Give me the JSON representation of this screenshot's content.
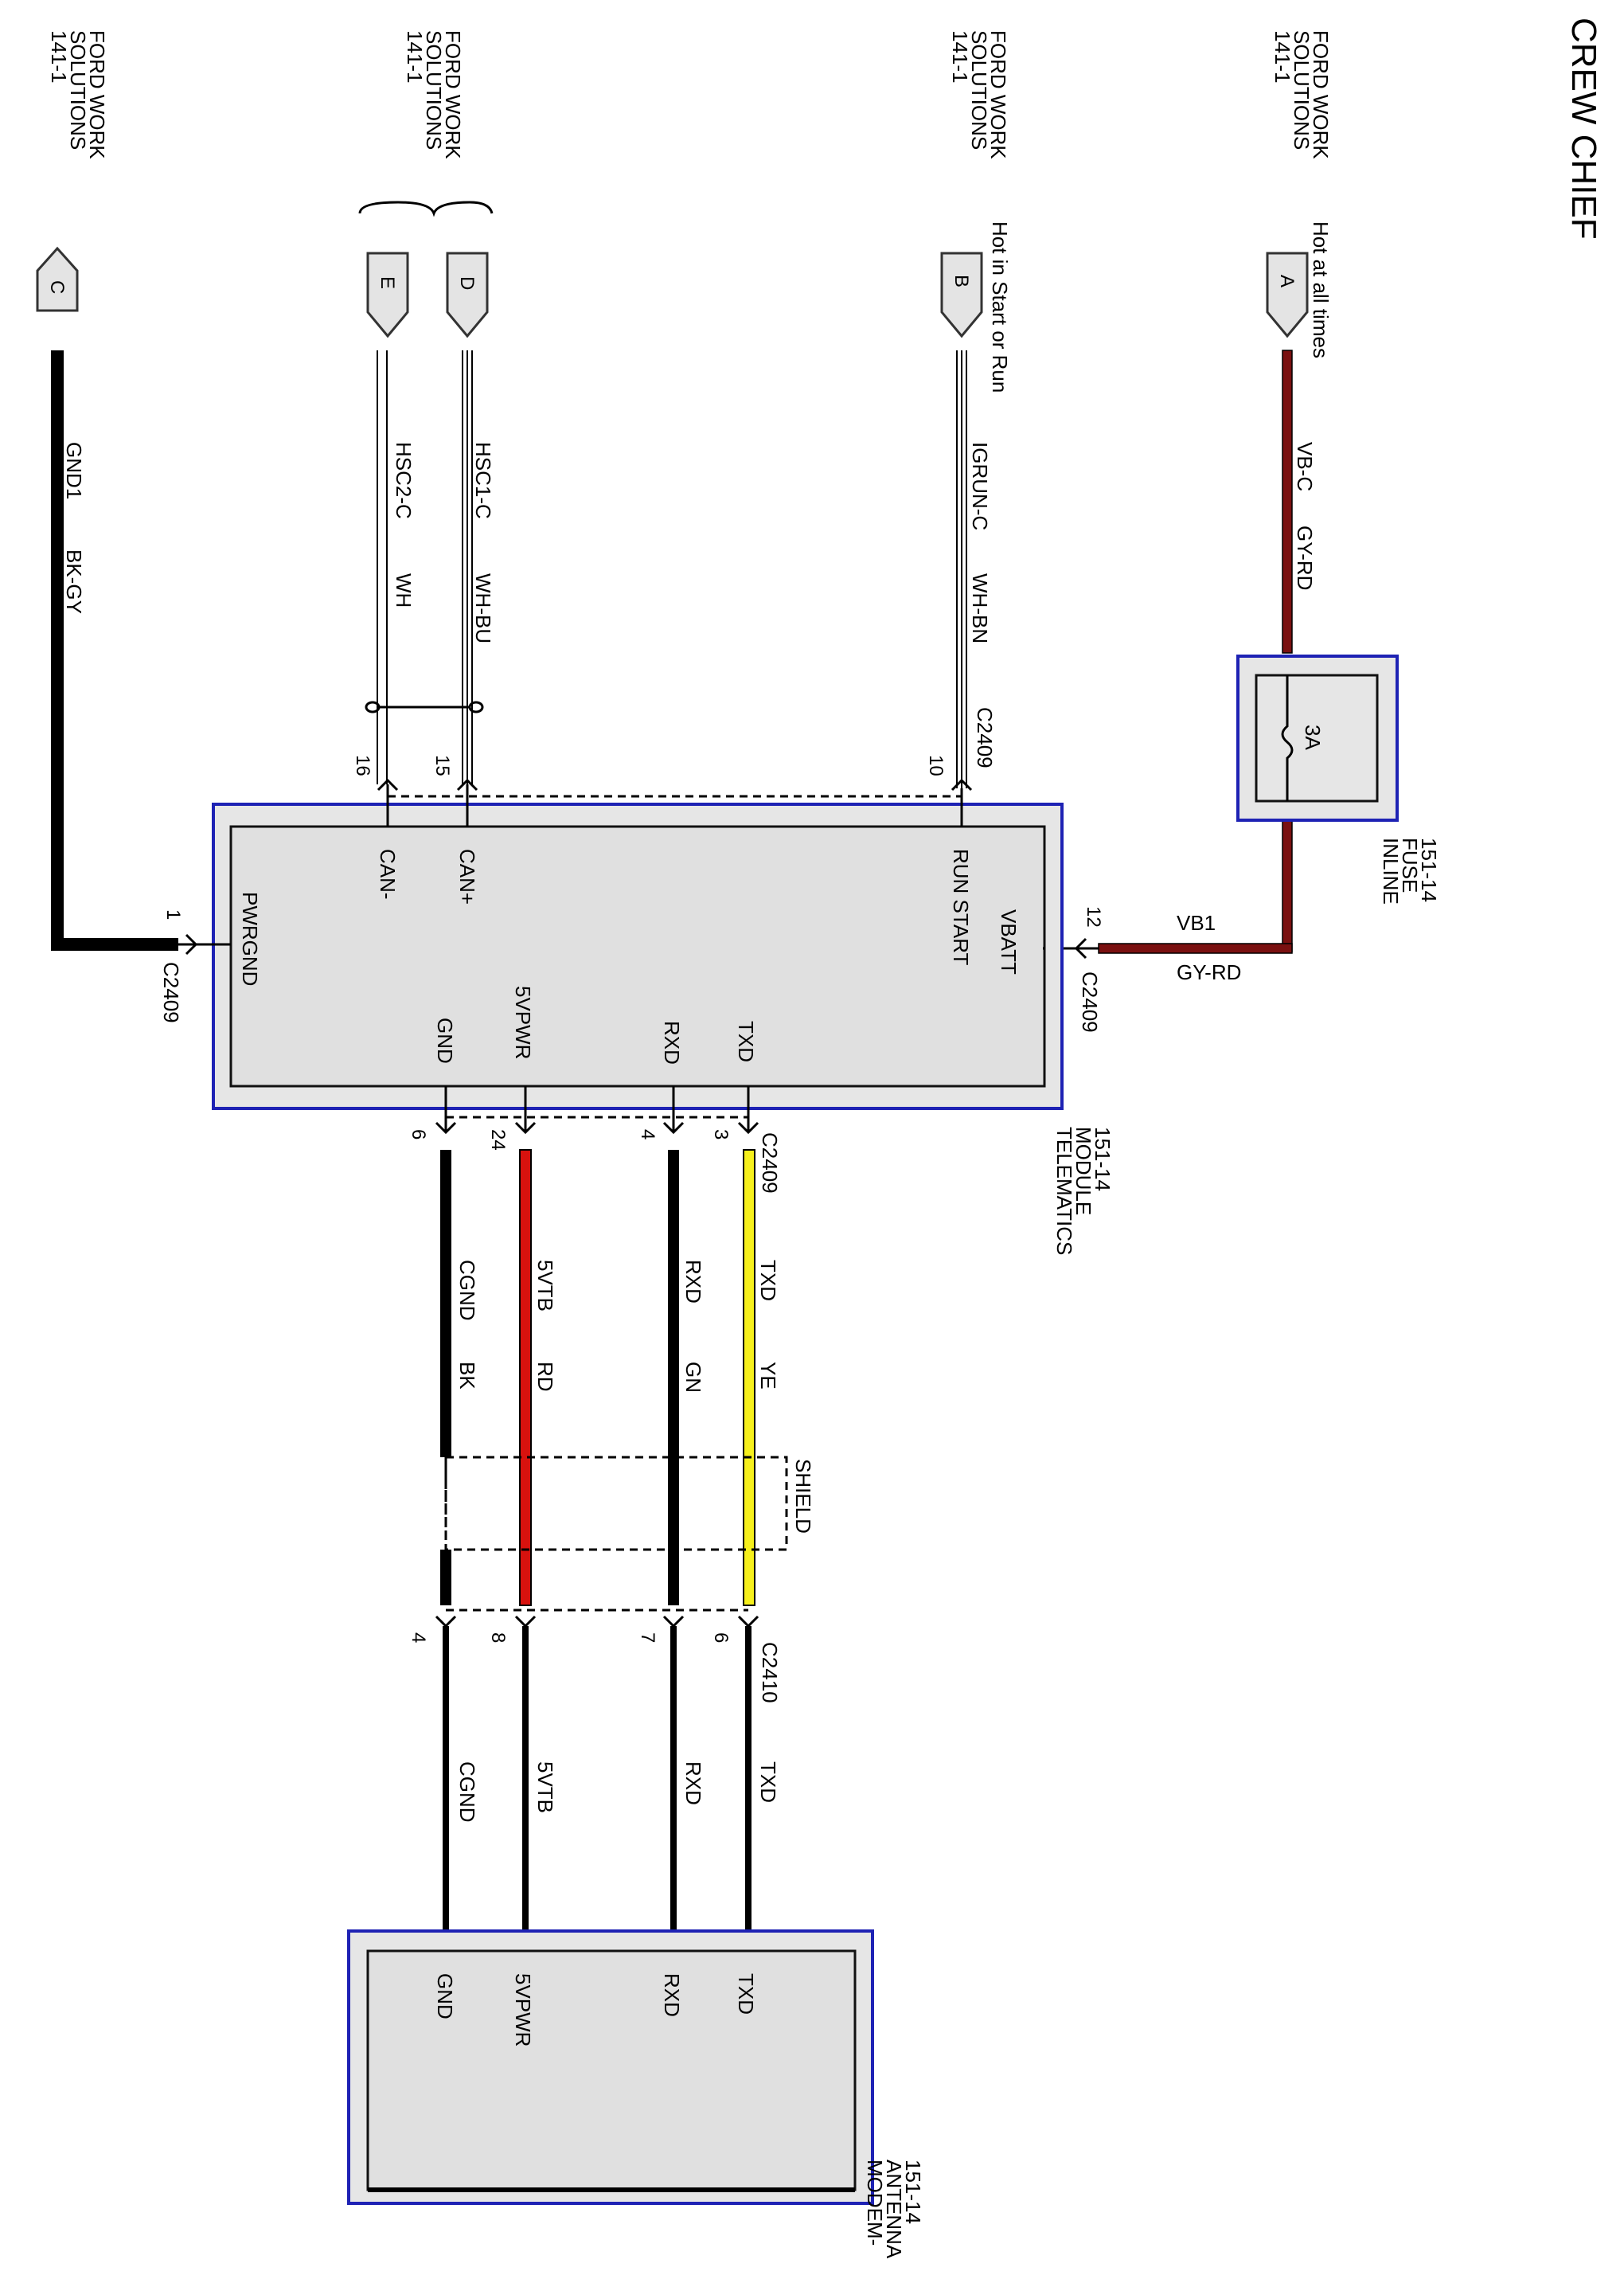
{
  "title": "CREW CHIEF",
  "sources": {
    "A": [
      "FORD WORK",
      "SOLUTIONS",
      "141-1"
    ],
    "B": [
      "FORD WORK",
      "SOLUTIONS",
      "141-1"
    ],
    "DE": [
      "FORD WORK",
      "SOLUTIONS",
      "141-1"
    ],
    "C": [
      "FORD WORK",
      "SOLUTIONS",
      "141-1"
    ]
  },
  "connectors": {
    "A": "A",
    "B": "B",
    "C": "C",
    "D": "D",
    "E": "E"
  },
  "notes": {
    "hot_at_all_times": "Hot at all times",
    "hot_in_start_run": "Hot in Start or Run"
  },
  "wires": {
    "vbc_name": "VB-C",
    "vbc_color": "GY-RD",
    "igrun_name": "IGRUN-C",
    "igrun_color": "WH-BN",
    "hsc1_name": "HSC1-C",
    "hsc1_color": "WH-BU",
    "hsc2_name": "HSC2-C",
    "hsc2_color": "WH",
    "gnd1_name": "GND1",
    "gnd1_color": "BK-GY",
    "vb1_name": "VB1",
    "vb1_color": "GY-RD",
    "txd_name": "TXD",
    "txd_color": "YE",
    "rxd_name": "RXD",
    "rxd_color": "GN",
    "vtb_name": "5VTB",
    "vtb_color": "RD",
    "cgnd_name": "CGND",
    "cgnd_color": "BK",
    "txd2": "TXD",
    "rxd2": "RXD",
    "vtb2": "5VTB",
    "cgnd2": "CGND"
  },
  "fuse": {
    "rating": "3A",
    "label": [
      "INLINE",
      "FUSE",
      "151-14"
    ]
  },
  "telematics": {
    "label": [
      "TELEMATICS",
      "MODULE",
      "151-14"
    ],
    "pins": {
      "vbatt": "VBATT",
      "run_start": "RUN START",
      "can_plus": "CAN+",
      "can_minus": "CAN-",
      "pwrgnd": "PWRGND",
      "txd": "TXD",
      "rxd": "RXD",
      "5vpwr": "5VPWR",
      "gnd": "GND"
    }
  },
  "modem": {
    "label": [
      "MODEM-",
      "ANTENNA",
      "151-14"
    ],
    "pins": {
      "txd": "TXD",
      "rxd": "RXD",
      "5vpwr": "5VPWR",
      "gnd": "GND"
    }
  },
  "connector_ids": {
    "c2409_top": "C2409",
    "c2409_right": "C2409",
    "c2409_left": "C2409",
    "c2409_bottom": "C2409",
    "c2410": "C2410"
  },
  "pin_numbers": {
    "p10": "10",
    "p15": "15",
    "p16": "16",
    "p12": "12",
    "p1": "1",
    "p3": "3",
    "p4": "4",
    "p24": "24",
    "p6": "6",
    "m6": "6",
    "m7": "7",
    "m8": "8",
    "m4": "4"
  },
  "shield": "SHIELD",
  "colors": {
    "yellow": "#f6f01c",
    "red": "#d8120e",
    "darkred": "#6b0c0c",
    "box_border": "#1e22b4",
    "box_fill": "#e6e6e6"
  }
}
